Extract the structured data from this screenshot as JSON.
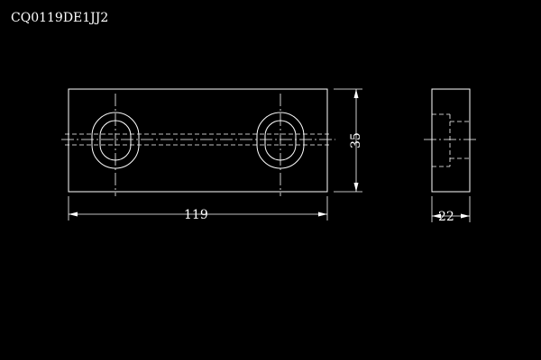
{
  "drawing": {
    "title": "CQ0119DE1JJ2",
    "dimensions": {
      "length": "119",
      "height": "35",
      "thickness": "22"
    }
  }
}
